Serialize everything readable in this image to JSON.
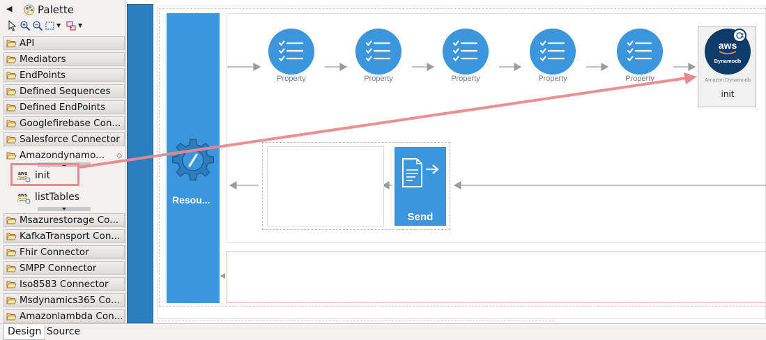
{
  "palette": {
    "title": "Palette",
    "groups_top": [
      {
        "label": "API"
      },
      {
        "label": "Mediators"
      },
      {
        "label": "EndPoints"
      },
      {
        "label": "Defined Sequences"
      },
      {
        "label": "Defined EndPoints"
      },
      {
        "label": "Googlefirebase Con..."
      },
      {
        "label": "Salesforce Connector"
      }
    ],
    "open_group": {
      "label": "Amazondynamo...",
      "items": [
        {
          "label": "init",
          "icon": "aws-connector-icon"
        },
        {
          "label": "listTables",
          "icon": "aws-connector-icon"
        }
      ]
    },
    "groups_bottom": [
      {
        "label": "Msazurestorage Co..."
      },
      {
        "label": "KafkaTransport Con..."
      },
      {
        "label": "Fhir Connector"
      },
      {
        "label": "SMPP Connector"
      },
      {
        "label": "Iso8583 Connector"
      },
      {
        "label": "Msdynamics365 Co..."
      },
      {
        "label": "Amazonlambda Con..."
      }
    ]
  },
  "tabs": {
    "design": "Design",
    "source": "Source"
  },
  "canvas": {
    "resource_label": "Resou...",
    "properties": [
      {
        "label": "Property"
      },
      {
        "label": "Property"
      },
      {
        "label": "Property"
      },
      {
        "label": "Property"
      },
      {
        "label": "Property"
      }
    ],
    "connector_node": {
      "logo_text": "aws",
      "logo_sub": "Dynamodb",
      "sub_label": "Amazon Dynamodb",
      "label": "init"
    },
    "send_label": "Send"
  },
  "colors": {
    "node_blue": "#3b96dc",
    "strip_blue": "#2c7fbf",
    "aws_navy": "#0f3b68",
    "highlight": "#e98a92"
  }
}
